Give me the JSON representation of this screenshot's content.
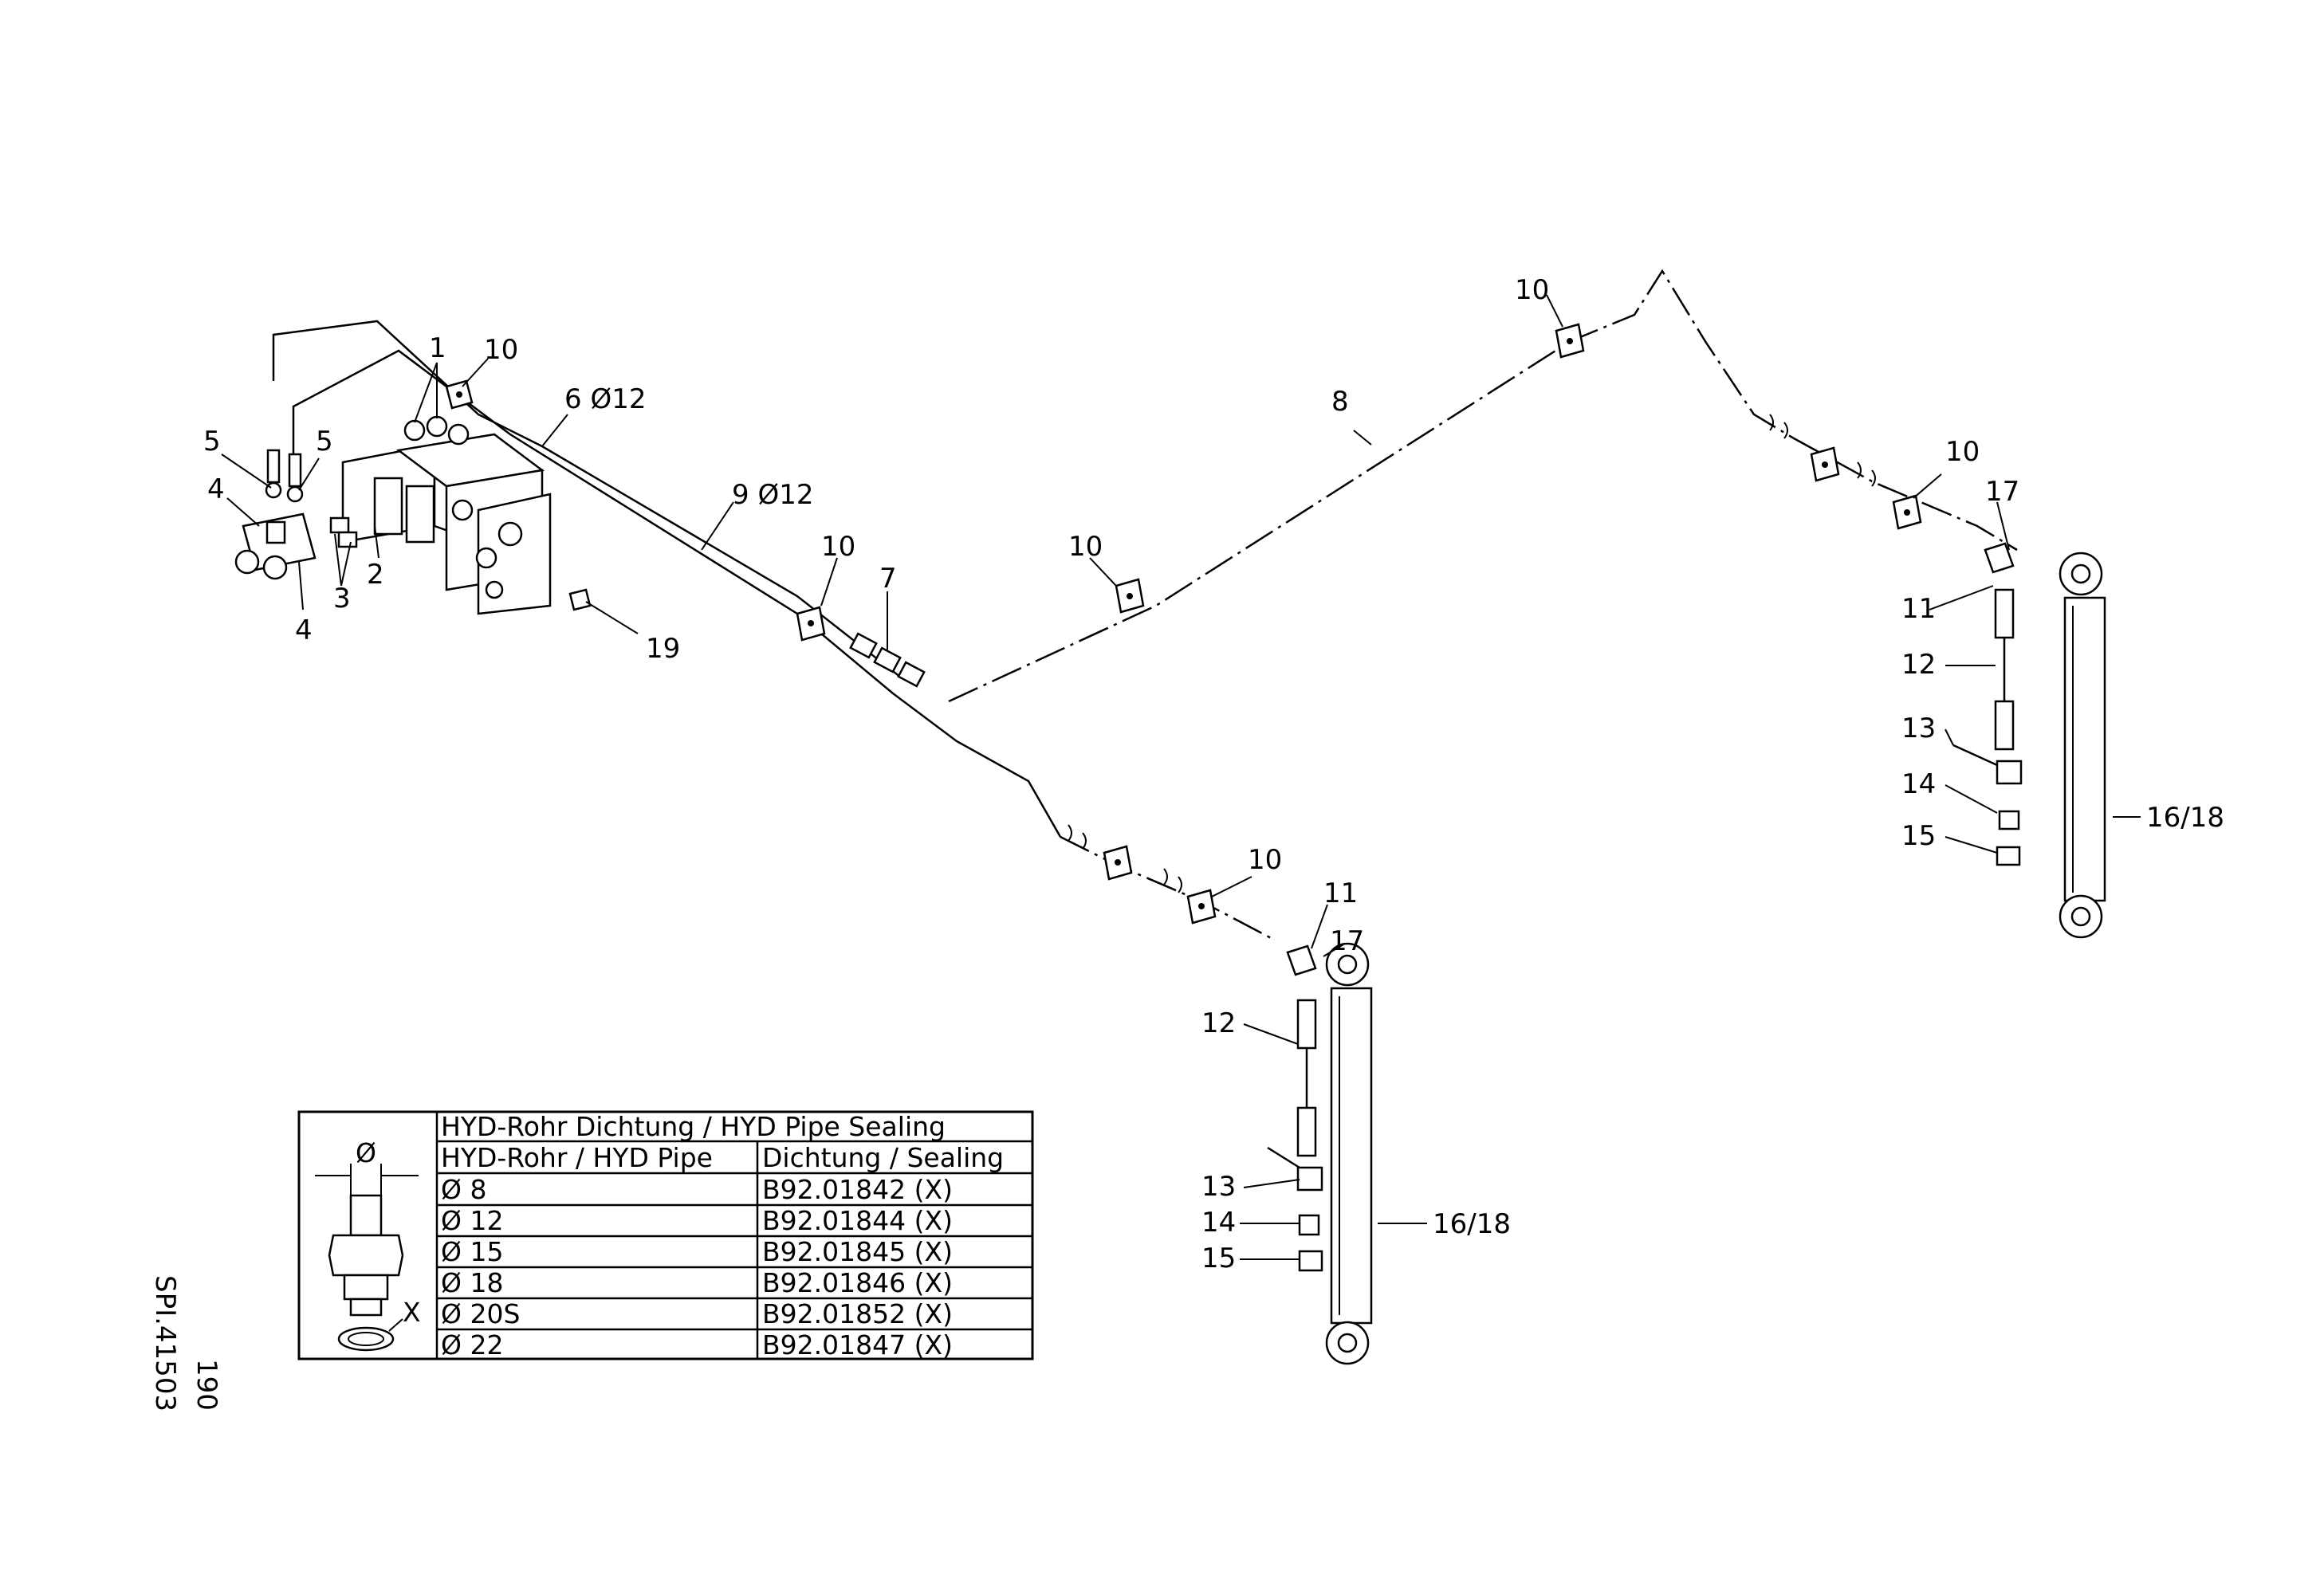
{
  "labels": {
    "l1": "1",
    "l2": "2",
    "l3": "3",
    "l4a": "4",
    "l4b": "4",
    "l5a": "5",
    "l5b": "5",
    "l6": "6  Ø12",
    "l7": "7",
    "l8": "8",
    "l9": "9  Ø12",
    "l10a": "10",
    "l10b": "10",
    "l10c": "10",
    "l10d": "10",
    "l10e": "10",
    "l10f": "10",
    "l11a": "11",
    "l11b": "11",
    "l12a": "12",
    "l12b": "12",
    "l13a": "13",
    "l13b": "13",
    "l14a": "14",
    "l14b": "14",
    "l15a": "15",
    "l15b": "15",
    "l16a": "16/18",
    "l16b": "16/18",
    "l17a": "17",
    "l17b": "17",
    "l19": "19"
  },
  "sealing_table": {
    "title": "HYD-Rohr Dichtung / HYD Pipe Sealing",
    "col_pipe": "HYD-Rohr  / HYD Pipe",
    "col_seal": "Dichtung  /  Sealing",
    "diameter_symbol": "Ø",
    "seal_marker": "X",
    "rows": [
      {
        "pipe": "Ø  8",
        "seal": "B92.01842   (X)"
      },
      {
        "pipe": "Ø  12",
        "seal": "B92.01844   (X)"
      },
      {
        "pipe": "Ø  15",
        "seal": "B92.01845   (X)"
      },
      {
        "pipe": "Ø  18",
        "seal": "B92.01846   (X)"
      },
      {
        "pipe": "Ø  20S",
        "seal": "B92.01852   (X)"
      },
      {
        "pipe": "Ø  22",
        "seal": "B92.01847   (X)"
      }
    ]
  },
  "drawing_ref": {
    "number": "SPI.41503",
    "page": "190"
  }
}
